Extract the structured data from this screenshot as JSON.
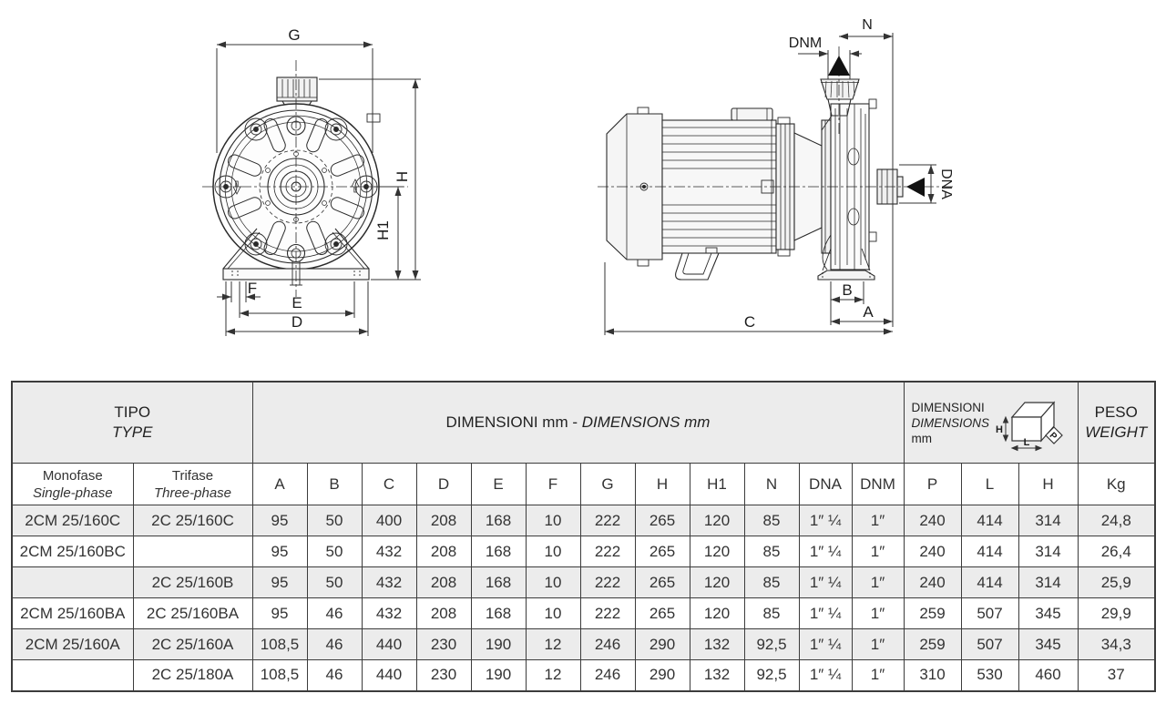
{
  "drawings": {
    "front_view": {
      "g": "G",
      "h": "H",
      "h1": "H1",
      "f": "F",
      "e": "E",
      "d": "D"
    },
    "side_view": {
      "dnm": "DNM",
      "n": "N",
      "dna": "DNA",
      "b": "B",
      "a": "A",
      "c": "C"
    }
  },
  "table": {
    "header": {
      "tipo": "TIPO",
      "type": "TYPE",
      "dimensioni_mm": "DIMENSIONI mm - ",
      "dimensions_mm": "DIMENSIONS mm",
      "pack": {
        "line1": "DIMENSIONI",
        "line2": "DIMENSIONS",
        "line3": "mm",
        "icon_h": "H",
        "icon_l": "L",
        "icon_p": "P"
      },
      "peso": "PESO",
      "weight": "WEIGHT",
      "monofase": "Monofase",
      "single_phase": "Single-phase",
      "trifase": "Trifase",
      "three_phase": "Three-phase",
      "dim_cols": [
        "A",
        "B",
        "C",
        "D",
        "E",
        "F",
        "G",
        "H",
        "H1",
        "N",
        "DNA",
        "DNM"
      ],
      "pack_cols": [
        "P",
        "L",
        "H"
      ],
      "weight_col": "Kg"
    },
    "rows": [
      {
        "m": "2CM 25/160C",
        "t": "2C 25/160C",
        "v": [
          "95",
          "50",
          "400",
          "208",
          "168",
          "10",
          "222",
          "265",
          "120",
          "85",
          "1″ ¼",
          "1″",
          "240",
          "414",
          "314",
          "24,8"
        ]
      },
      {
        "m": "2CM 25/160BC",
        "t": "",
        "v": [
          "95",
          "50",
          "432",
          "208",
          "168",
          "10",
          "222",
          "265",
          "120",
          "85",
          "1″ ¼",
          "1″",
          "240",
          "414",
          "314",
          "26,4"
        ]
      },
      {
        "m": "",
        "t": "2C 25/160B",
        "v": [
          "95",
          "50",
          "432",
          "208",
          "168",
          "10",
          "222",
          "265",
          "120",
          "85",
          "1″ ¼",
          "1″",
          "240",
          "414",
          "314",
          "25,9"
        ]
      },
      {
        "m": "2CM 25/160BA",
        "t": "2C 25/160BA",
        "v": [
          "95",
          "46",
          "432",
          "208",
          "168",
          "10",
          "222",
          "265",
          "120",
          "85",
          "1″ ¼",
          "1″",
          "259",
          "507",
          "345",
          "29,9"
        ]
      },
      {
        "m": "2CM 25/160A",
        "t": "2C 25/160A",
        "v": [
          "108,5",
          "46",
          "440",
          "230",
          "190",
          "12",
          "246",
          "290",
          "132",
          "92,5",
          "1″ ¼",
          "1″",
          "259",
          "507",
          "345",
          "34,3"
        ]
      },
      {
        "m": "",
        "t": "2C 25/180A",
        "v": [
          "108,5",
          "46",
          "440",
          "230",
          "190",
          "12",
          "246",
          "290",
          "132",
          "92,5",
          "1″ ¼",
          "1″",
          "310",
          "530",
          "460",
          "37"
        ]
      }
    ]
  }
}
